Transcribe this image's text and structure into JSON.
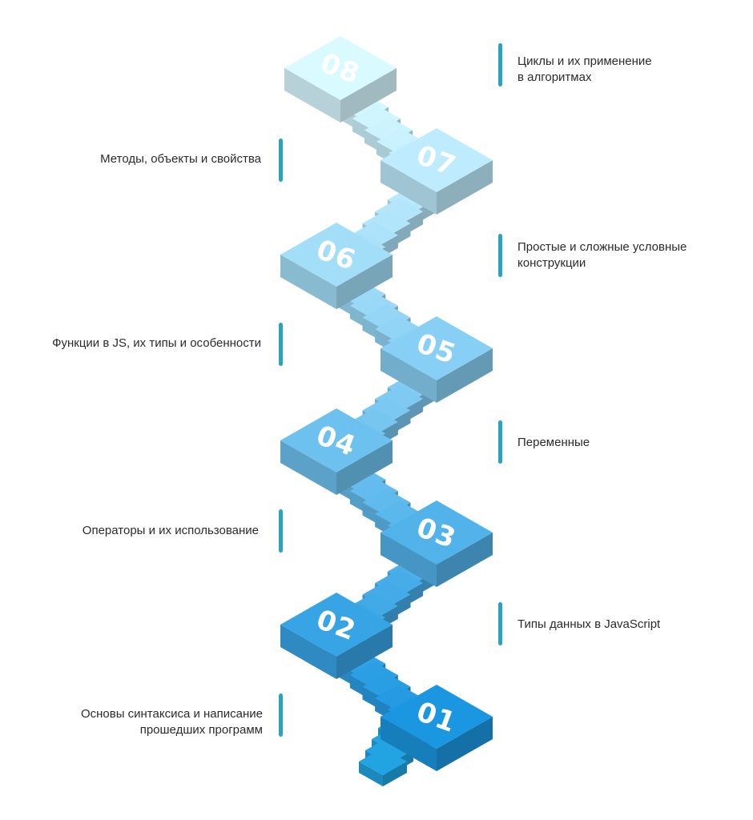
{
  "steps": [
    {
      "number": "01",
      "text": "Основы синтаксиса и написание\nпрошедших программ",
      "side": "left"
    },
    {
      "number": "02",
      "text": "Типы данных в JavaScript",
      "side": "right"
    },
    {
      "number": "03",
      "text": "Операторы и их использование",
      "side": "left"
    },
    {
      "number": "04",
      "text": "Переменные",
      "side": "right"
    },
    {
      "number": "05",
      "text": "Функции в JS, их типы и особенности",
      "side": "left"
    },
    {
      "number": "06",
      "text": "Простые и сложные условные\nконструкции",
      "side": "right"
    },
    {
      "number": "07",
      "text": "Методы, объекты и свойства",
      "side": "left"
    },
    {
      "number": "08",
      "text": "Циклы и их применение\nв алгоритмах",
      "side": "right"
    }
  ],
  "colors": {
    "accent_bar": "#2aa3bf",
    "text": "#2b2b2b",
    "stair_bottom": "#1a8fd6",
    "stair_top": "#cfeef5"
  }
}
